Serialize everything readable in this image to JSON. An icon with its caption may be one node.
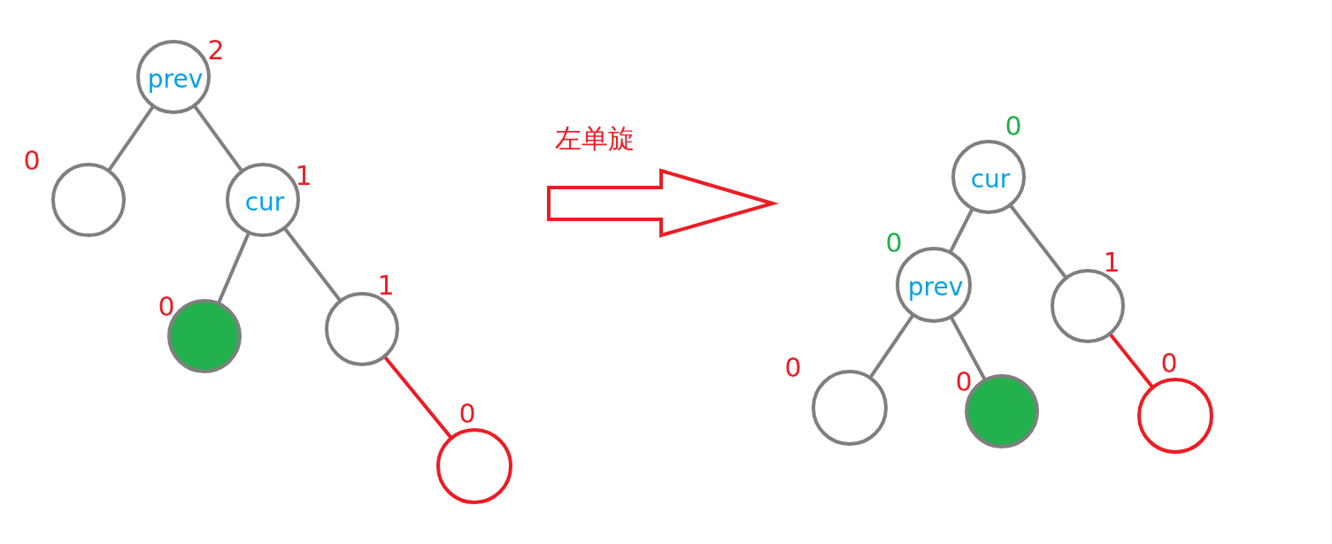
{
  "diagram": {
    "nodes": [
      {
        "text": [
          "prev"
        ],
        "beside": [
          "2"
        ]
      },
      {
        "text": [],
        "shape": "circle",
        "beside": [
          "0"
        ]
      },
      {
        "text": [
          "cur"
        ],
        "beside": [
          "1"
        ]
      },
      {
        "text": [],
        "shape": "circle",
        "beside": [
          "0"
        ]
      },
      {
        "text": [],
        "shape": "circle",
        "beside": [
          "1"
        ]
      },
      {
        "text": [],
        "shape": "circle",
        "beside": [
          "0"
        ]
      },
      {
        "text": [
          "cur"
        ],
        "beside": [
          "0"
        ]
      },
      {
        "text": [
          "prev"
        ],
        "beside": [
          "0"
        ]
      },
      {
        "text": [],
        "shape": "circle",
        "beside": [
          "1"
        ]
      },
      {
        "text": [],
        "shape": "circle",
        "beside": [
          "0"
        ]
      },
      {
        "text": [],
        "shape": "circle",
        "beside": [
          "0"
        ]
      },
      {
        "text": [],
        "shape": "circle",
        "beside": [
          "0"
        ]
      }
    ],
    "edges": [
      {
        "from": 0,
        "to": 1,
        "arrow": "none"
      },
      {
        "from": 0,
        "to": 2,
        "arrow": "none"
      },
      {
        "from": 2,
        "to": 3,
        "arrow": "none"
      },
      {
        "from": 2,
        "to": 4,
        "arrow": "none"
      },
      {
        "from": 4,
        "to": 5,
        "arrow": "none",
        "color": "#ed1c24"
      },
      {
        "from": 6,
        "to": 7,
        "arrow": "none"
      },
      {
        "from": 6,
        "to": 8,
        "arrow": "none"
      },
      {
        "from": 7,
        "to": 9,
        "arrow": "none"
      },
      {
        "from": 7,
        "to": 10,
        "arrow": "none"
      },
      {
        "from": 8,
        "to": 11,
        "arrow": "none",
        "color": "#ed1c24"
      }
    ],
    "labels": [
      "左单旋"
    ]
  }
}
